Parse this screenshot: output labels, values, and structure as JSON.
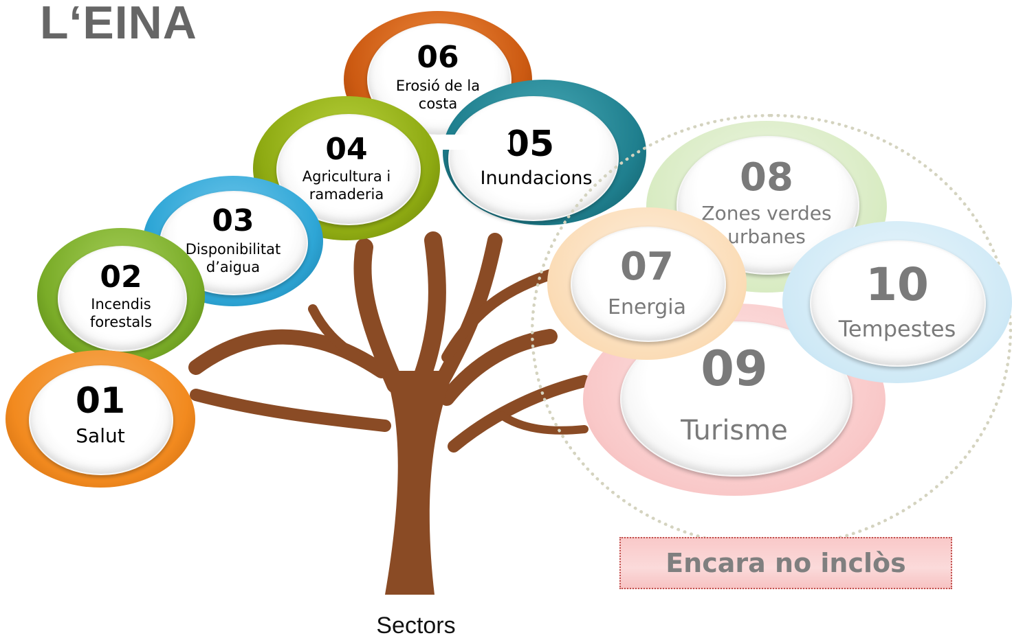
{
  "title": "L‘EINA",
  "caption": "Sectors",
  "excluded_label": "Encara no inclòs",
  "colors": {
    "orange": "#f28a1f",
    "lime": "#7aac28",
    "sky": "#2ea6d6",
    "olive": "#8eaa12",
    "teal": "#1f7f8e",
    "rust": "#cc5a12",
    "trunk": "#8a4b25",
    "faded_green": "#d8ebc2",
    "faded_peach": "#fbdcb6",
    "faded_pink": "#f9c8c8",
    "faded_blue": "#cfe9f6"
  },
  "sectors": [
    {
      "num": "01",
      "label": "Salut",
      "included": true
    },
    {
      "num": "02",
      "label": "Incendis forestals",
      "included": true
    },
    {
      "num": "03",
      "label": "Disponibilitat d’aigua",
      "included": true
    },
    {
      "num": "04",
      "label": "Agricultura i ramaderia",
      "included": true
    },
    {
      "num": "05",
      "label": "Inundacions",
      "included": true
    },
    {
      "num": "06",
      "label": "Erosió de la costa",
      "included": true
    },
    {
      "num": "07",
      "label": "Energia",
      "included": false
    },
    {
      "num": "08",
      "label": "Zones verdes urbanes",
      "included": false
    },
    {
      "num": "09",
      "label": "Turisme",
      "included": false
    },
    {
      "num": "10",
      "label": "Tempestes",
      "included": false
    }
  ]
}
